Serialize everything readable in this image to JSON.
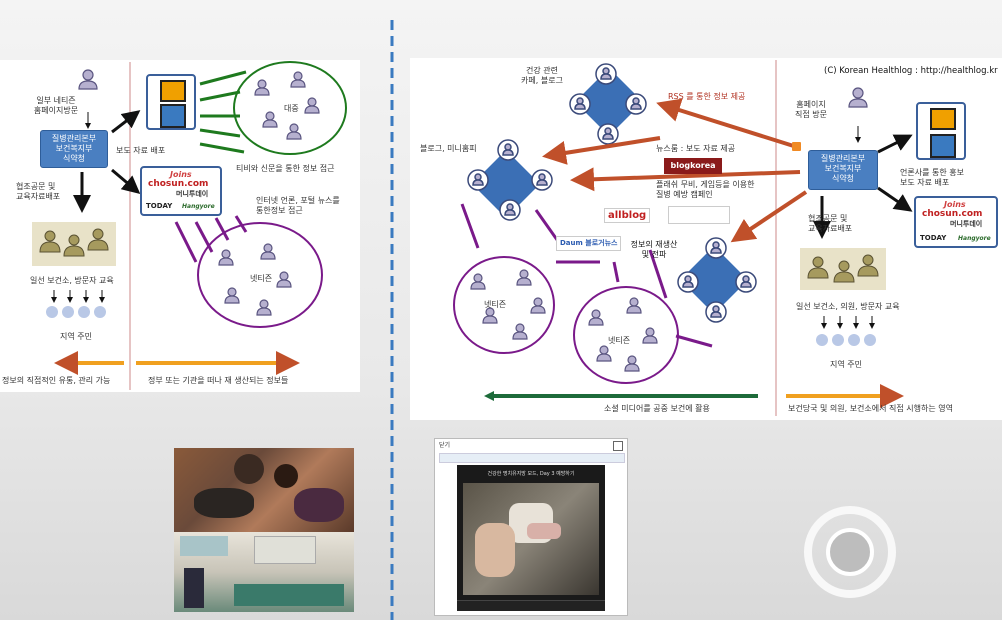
{
  "left_diagram": {
    "person_label": "일부 네티즌\n홈페이지방문",
    "agency": "질병관리본부\n보건복지부\n식약청",
    "press_release": "보도 자료 배포",
    "public_label": "대중",
    "tv_news": "티비와 신문을 통한 정보 접근",
    "internet_news": "인터넷 언론, 포털 뉴스를\n통한정보 접근",
    "netizen": "넷티즌",
    "cooperation": "협조공문 및\n교육자료배포",
    "field_education": "일선 보건소, 방문자 교육",
    "local_residents": "지역 주민",
    "direct_flow": "정보의 직접적인 유통, 관리 가능",
    "reproduced_info": "정부 또는 기관을 떠나 재 생산되는 정보들"
  },
  "right_diagram": {
    "copyright": "(C) Korean Healthlog : http://healthlog.kr",
    "health_blog": "건강 관련\n카페, 블로그",
    "rss": "RSS 를 통한 정보 제공",
    "homepage_visit": "홈페이지\n직접 방문",
    "agency": "질병관리본부\n보건복지부\n식약청",
    "blog_minihompy": "블로그, 미니홈피",
    "newsroom": "뉴스룸 : 보도 자료 제공",
    "blogkorea": "blogkorea",
    "flash_campaign": "플래쉬 무비, 게임등을 이용한\n질병 예방 캠페인",
    "press_promo": "언론사를 통한 홍보\n보도 자료 배포",
    "allblog": "allblog",
    "rewrite": "정보의 재생산\n및 전파",
    "daum": "Daum 블로거뉴스",
    "cooperation": "협조공문 및\n교육자료배포",
    "netizen1": "넷티즌",
    "netizen2": "넷티즌",
    "field_education": "일선 보건소, 의원, 방문자 교육",
    "local_residents": "지역 주민",
    "social_media": "소셜 미디어를 공중 보건에 활용",
    "direct_comm": "보건당국 및 의원, 보건소에서 직접 시행하는 영역"
  },
  "logos": {
    "joins": "Joins",
    "chosun": "chosun.com",
    "money": "머니투데이",
    "today": "TODAY",
    "hangyore": "Hangyore"
  },
  "video_panel": {
    "title": "닫기",
    "caption": "건강한 명치유지방 모드, Day 3 예방하기"
  },
  "colors": {
    "node_blue": "#3b6fb5",
    "arrow_orange": "#c0502a",
    "green": "#1e7a1e",
    "purple": "#7a1a8a",
    "dashed_divider": "#3a7ac0"
  }
}
